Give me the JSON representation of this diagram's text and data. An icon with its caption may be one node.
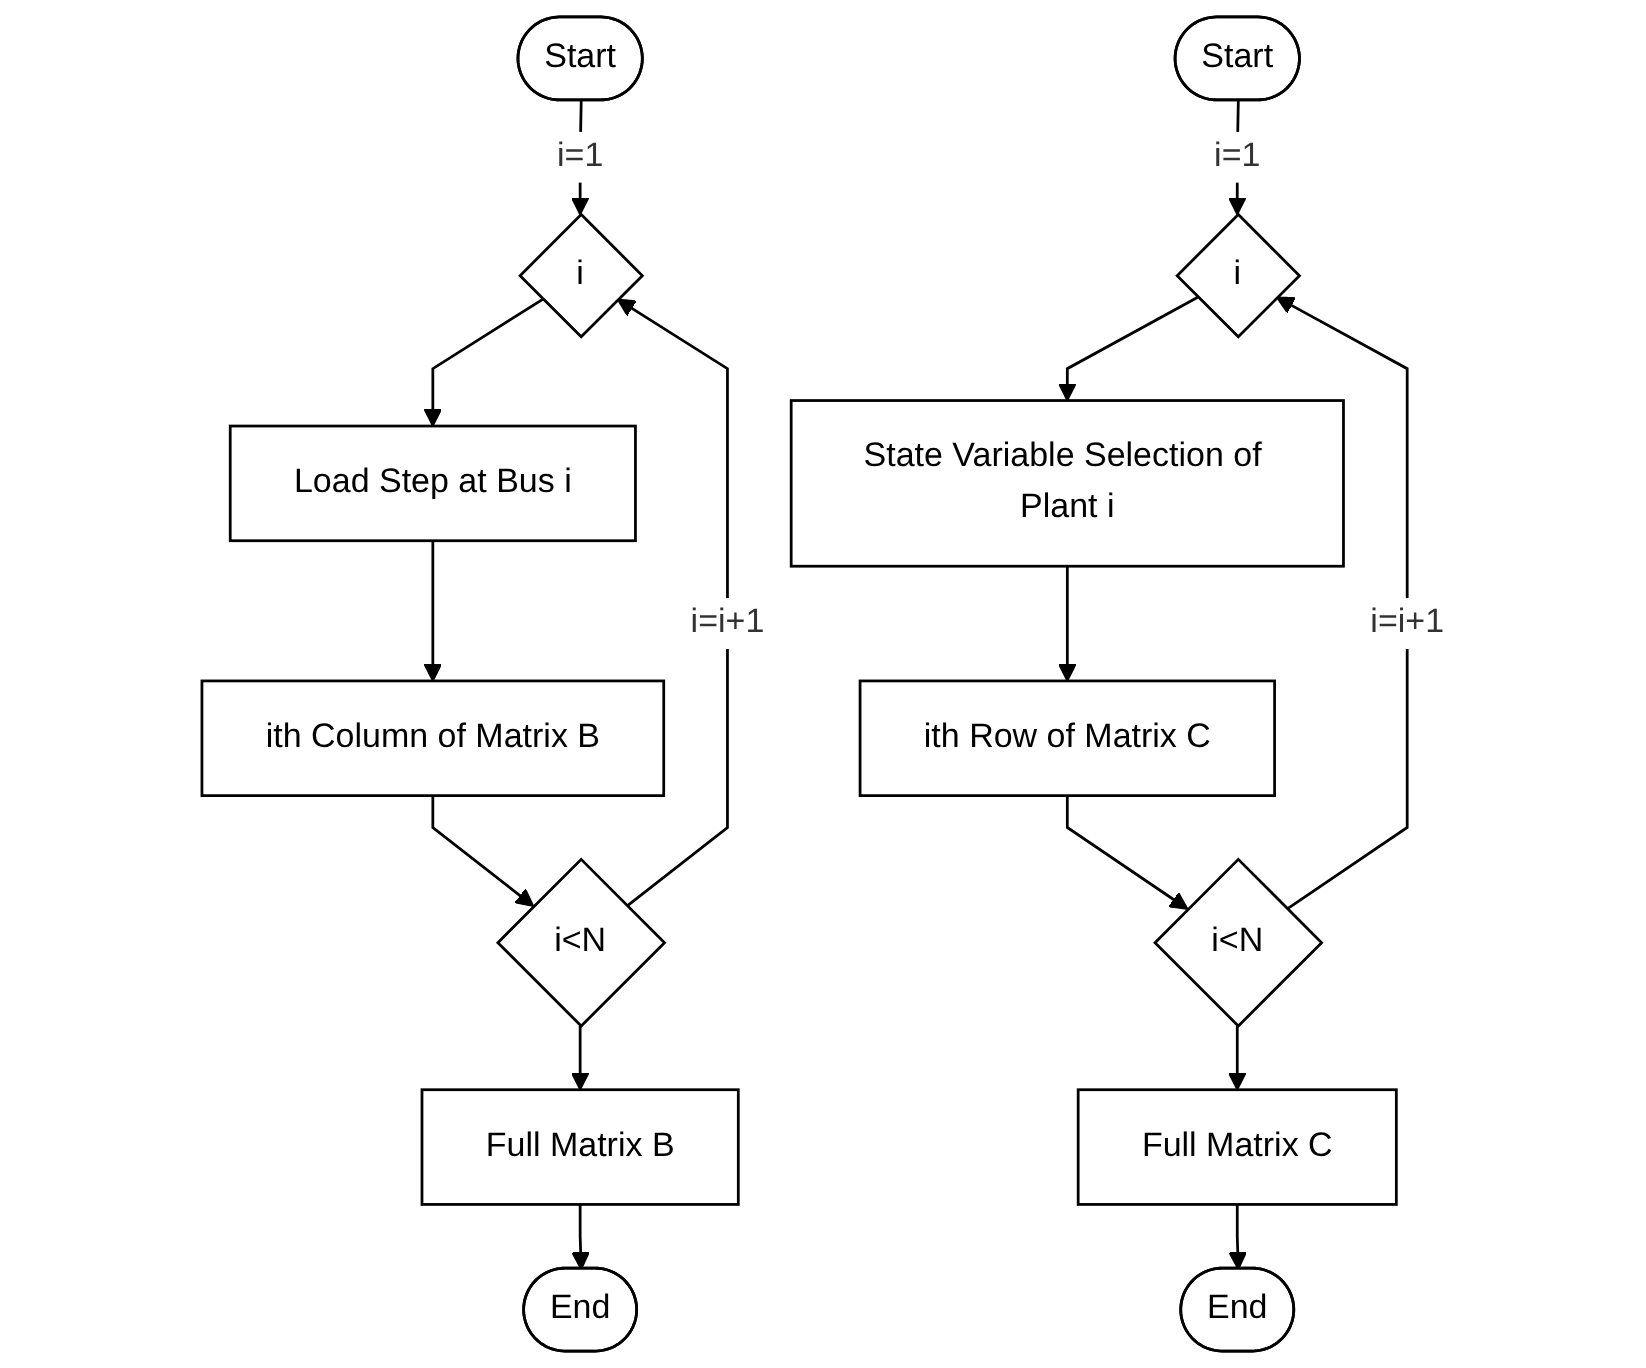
{
  "diagram": {
    "nodes": [
      {
        "text": [
          "Start"
        ]
      },
      {
        "text": [
          "i"
        ]
      },
      {
        "text": [
          "Load Step at Bus i"
        ]
      },
      {
        "text": [
          "ith Column of Matrix B"
        ]
      },
      {
        "text": [
          "i<N"
        ]
      },
      {
        "text": [
          "Full Matrix B"
        ]
      },
      {
        "text": [
          "End"
        ]
      },
      {
        "text": [
          "Start"
        ]
      },
      {
        "text": [
          "i"
        ]
      },
      {
        "text": [
          "State Variable Selection of Plant i"
        ]
      },
      {
        "text": [
          "ith Row of Matrix C"
        ]
      },
      {
        "text": [
          "i<N"
        ]
      },
      {
        "text": [
          "Full Matrix C"
        ]
      },
      {
        "text": [
          "End"
        ]
      }
    ],
    "edges": [
      {
        "from": 0,
        "to": 1,
        "arrow": "to",
        "label": "i=1"
      },
      {
        "from": 1,
        "to": 2,
        "arrow": "to"
      },
      {
        "from": 2,
        "to": 3,
        "arrow": "to"
      },
      {
        "from": 3,
        "to": 4,
        "arrow": "to"
      },
      {
        "from": 4,
        "to": 1,
        "arrow": "to",
        "label": "i=i+1"
      },
      {
        "from": 4,
        "to": 5,
        "arrow": "to"
      },
      {
        "from": 5,
        "to": 6,
        "arrow": "to"
      },
      {
        "from": 7,
        "to": 8,
        "arrow": "to",
        "label": "i=1"
      },
      {
        "from": 8,
        "to": 9,
        "arrow": "to"
      },
      {
        "from": 9,
        "to": 10,
        "arrow": "to"
      },
      {
        "from": 10,
        "to": 11,
        "arrow": "to"
      },
      {
        "from": 11,
        "to": 8,
        "arrow": "to",
        "label": "i=i+1"
      },
      {
        "from": 11,
        "to": 12,
        "arrow": "to"
      },
      {
        "from": 12,
        "to": 13,
        "arrow": "to"
      }
    ]
  }
}
